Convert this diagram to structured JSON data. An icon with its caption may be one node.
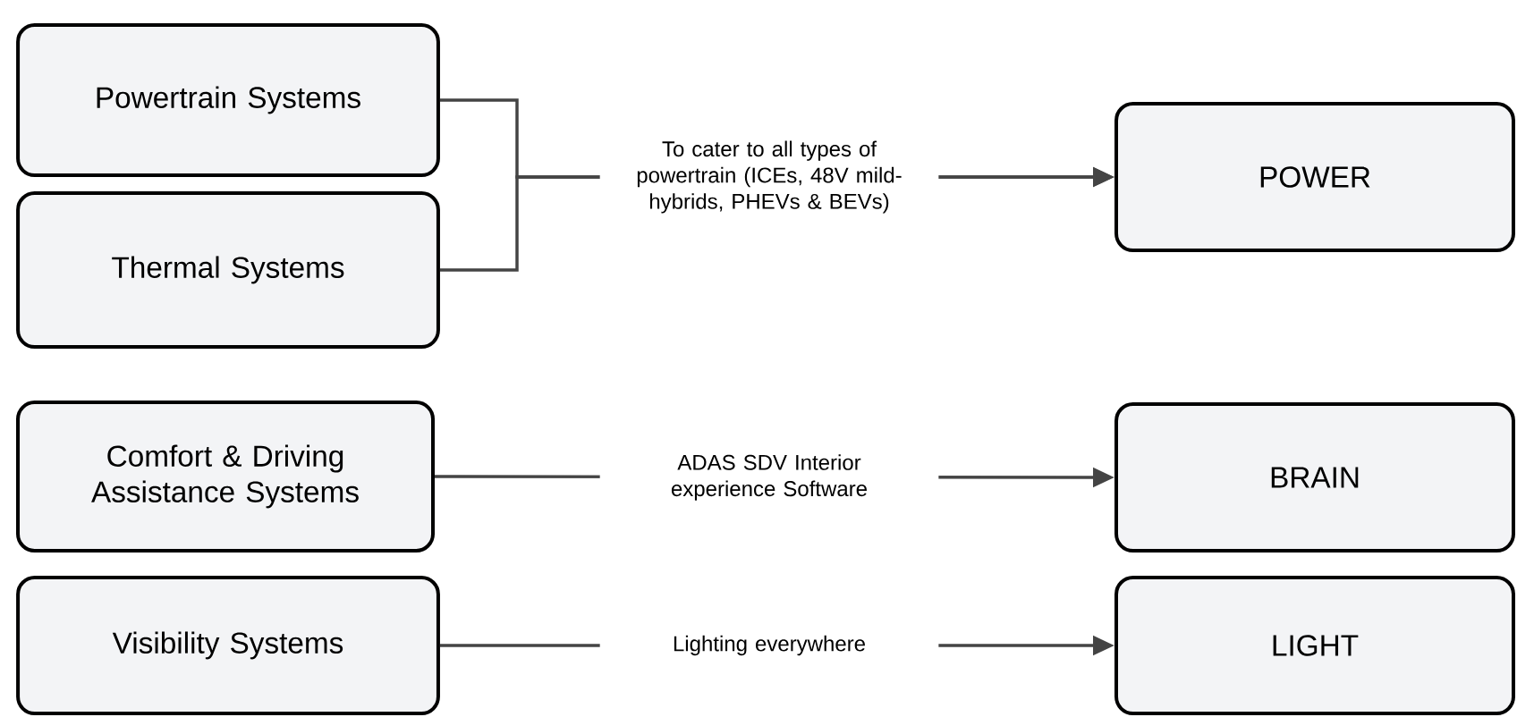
{
  "diagram": {
    "nodes": [
      {
        "text": [
          "Powertrain Systems"
        ]
      },
      {
        "text": [
          "Thermal Systems"
        ]
      },
      {
        "text": [
          "POWER"
        ]
      },
      {
        "text": [
          "Comfort & Driving Assistance Systems"
        ]
      },
      {
        "text": [
          "BRAIN"
        ]
      },
      {
        "text": [
          "Visibility Systems"
        ]
      },
      {
        "text": [
          "LIGHT"
        ]
      }
    ],
    "edges": [
      {
        "from": 0,
        "to": 2,
        "arrow": "to",
        "label": "To cater to all types of powertrain (ICEs, 48V mild-hybrids, PHEVs & BEVs)"
      },
      {
        "from": 1,
        "to": 2,
        "arrow": "to"
      },
      {
        "from": 3,
        "to": 4,
        "arrow": "to",
        "label": "ADAS SDV Interior experience Software"
      },
      {
        "from": 5,
        "to": 6,
        "arrow": "to",
        "label": "Lighting everywhere"
      }
    ]
  }
}
